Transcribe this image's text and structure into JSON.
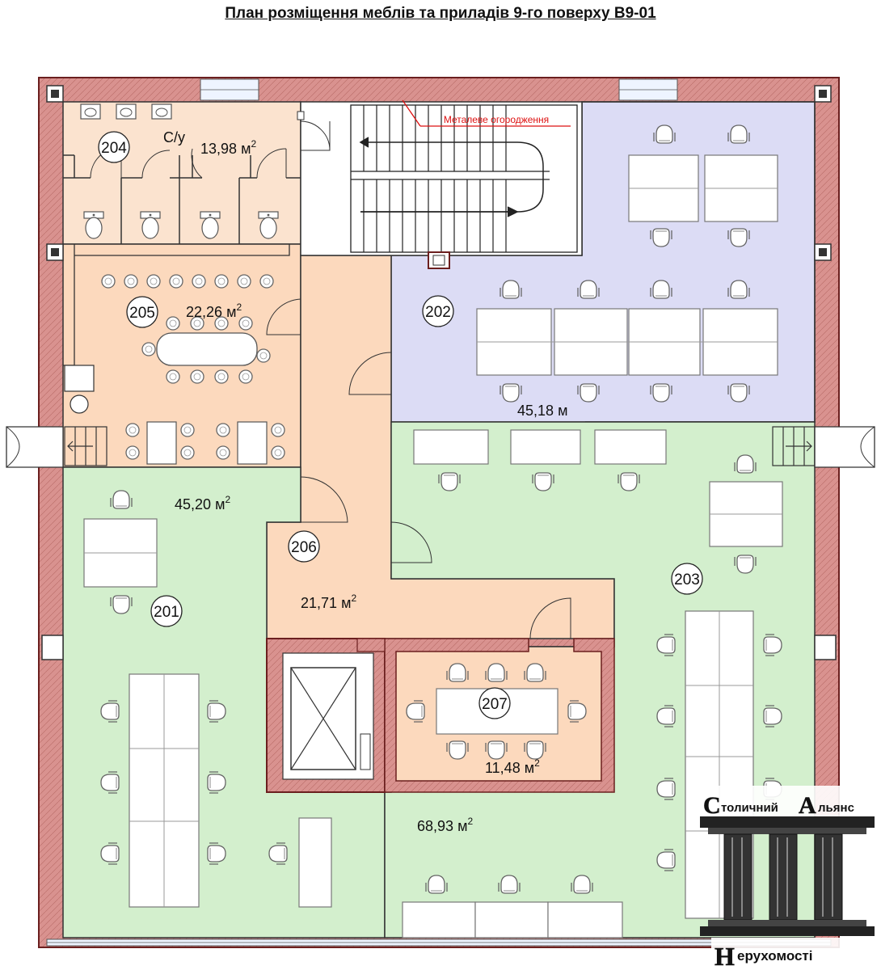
{
  "title": "План розміщення меблів та приладів 9-го поверху В9-01",
  "annotation": "Металеве огородження",
  "wc_label": "С/у",
  "area_unit": "м",
  "area_sup": "2",
  "rooms": [
    {
      "id": "201",
      "area": "45,20"
    },
    {
      "id": "202",
      "area": "45,18"
    },
    {
      "id": "203",
      "area": "68,93"
    },
    {
      "id": "204",
      "area": "13,98"
    },
    {
      "id": "205",
      "area": "22,26"
    },
    {
      "id": "206",
      "area": "21,71"
    },
    {
      "id": "207",
      "area": "11,48"
    }
  ],
  "logo": {
    "line1_initial": "С",
    "line1_word1": "толичний ",
    "line1_initial2": "А",
    "line1_word2": "льянс",
    "line2_initial": "Н",
    "line2_word": "ерухомості"
  },
  "colors": {
    "wall": "#d9928f",
    "wall_stroke": "#6b1f1f",
    "wc_fill": "#fbe3cf",
    "corridor_fill": "#fcd9bd",
    "office_green": "#d3efcd",
    "office_lavender": "#dcdcf5"
  }
}
